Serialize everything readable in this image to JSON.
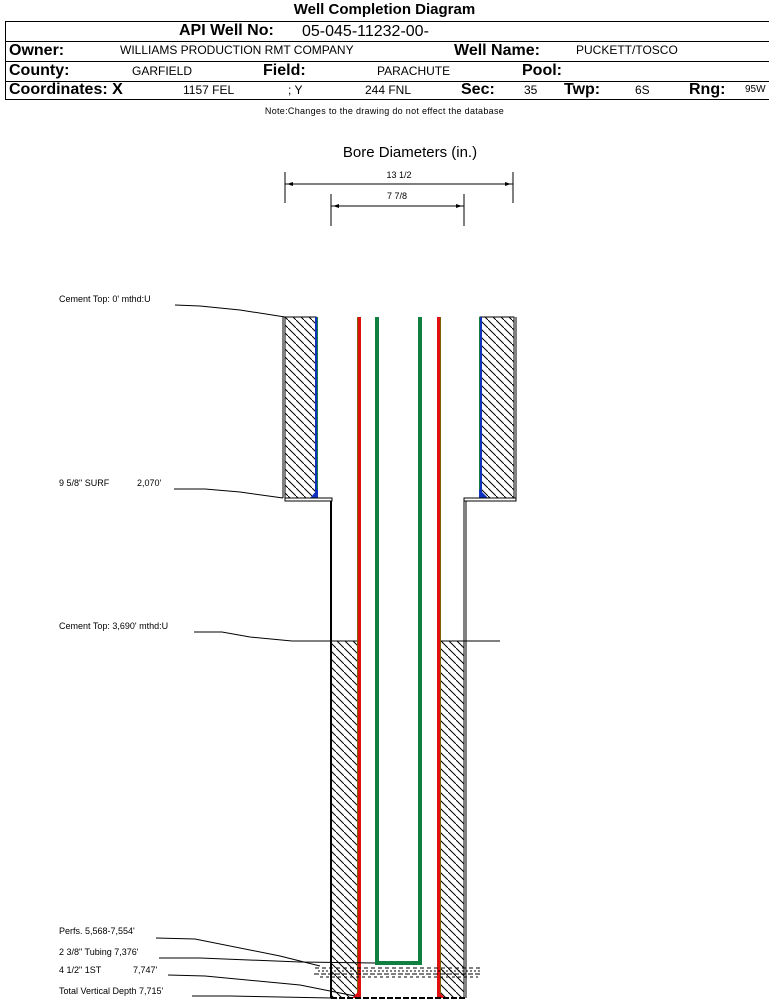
{
  "header": {
    "title": "Well Completion Diagram",
    "api_label": "API Well No:",
    "api_value": "05-045-11232-00-",
    "owner_label": "Owner:",
    "owner_value": "WILLIAMS PRODUCTION RMT COMPANY",
    "well_name_label": "Well Name:",
    "well_name_value": "PUCKETT/TOSCO",
    "county_label": "County:",
    "county_value": "GARFIELD",
    "field_label": "Field:",
    "field_value": "PARACHUTE",
    "pool_label": "Pool:",
    "coord_label": "Coordinates: X",
    "coord_x_value": "1157 FEL",
    "coord_y_label": "; Y",
    "coord_y_value": "244 FNL",
    "sec_label": "Sec:",
    "sec_value": "35",
    "twp_label": "Twp:",
    "twp_value": "6S",
    "rng_label": "Rng:",
    "rng_value": "95W"
  },
  "note": "Note:Changes to the drawing do not effect the database",
  "diagram": {
    "bore_title": "Bore Diameters (in.)",
    "bore_diameters": [
      "13 1/2",
      "7 7/8"
    ],
    "annotations": {
      "cement_top_surface": "Cement Top: 0' mthd:U",
      "surface_casing_name": "9 5/8\" SURF",
      "surface_casing_depth": "2,070'",
      "cement_top_production": "Cement Top: 3,690' mthd:U",
      "perfs": "Perfs. 5,568-7,554'",
      "tubing": "2 3/8\" Tubing 7,376'",
      "production_casing_name": "4 1/2\" 1ST",
      "production_casing_depth": "7,747'",
      "tvd": "Total Vertical Depth 7,715'"
    },
    "colors": {
      "surface_casing": "#1030c0",
      "production_casing": "#e01010",
      "production_casing_outer": "#806000",
      "tubing": "#108040",
      "hatch": "#000000"
    }
  }
}
